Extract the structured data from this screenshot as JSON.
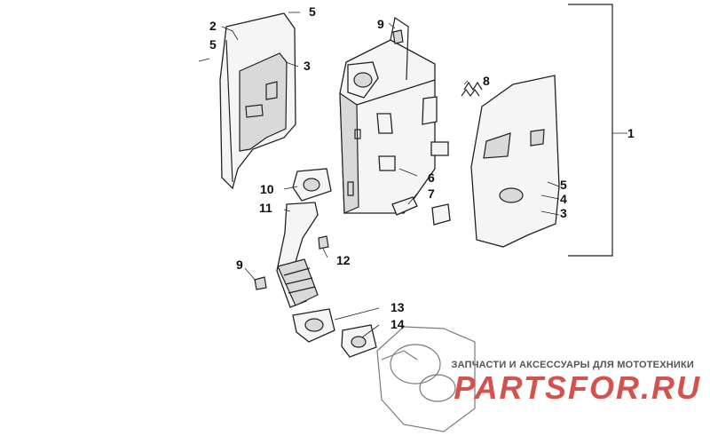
{
  "callouts": {
    "c1": "1",
    "c2": "2",
    "c3a": "3",
    "c3b": "3",
    "c4": "4",
    "c5a": "5",
    "c5b": "5",
    "c5c": "5",
    "c6": "6",
    "c7": "7",
    "c8": "8",
    "c9a": "9",
    "c9b": "9",
    "c10": "10",
    "c11": "11",
    "c12": "12",
    "c13": "13",
    "c14": "14"
  },
  "watermark": {
    "caption": "ЗАПЧАСТИ И АКСЕССУАРЫ ДЛЯ МОТОТЕХНИКИ",
    "brand": "PARTSFOR.RU"
  }
}
